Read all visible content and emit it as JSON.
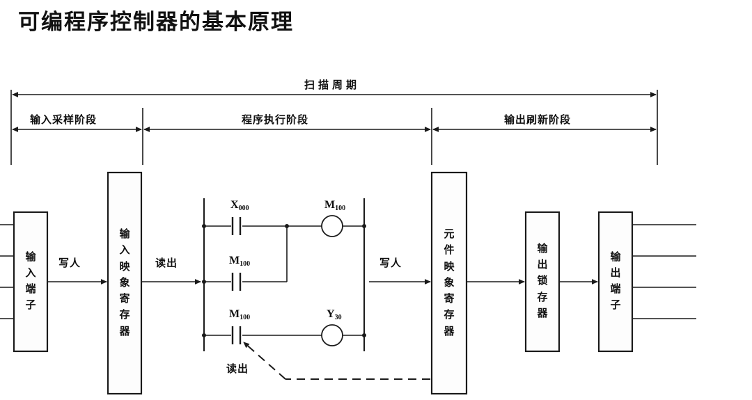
{
  "page": {
    "title": "可编程序控制器的基本原理",
    "background": "#ffffff",
    "line_color": "#1a1a1a"
  },
  "scan_cycle": {
    "overall_label": "扫描周期",
    "phases": [
      {
        "label": "输入采样阶段",
        "key": "input-sampling"
      },
      {
        "label": "程序执行阶段",
        "key": "program-execution"
      },
      {
        "label": "输出刷新阶段",
        "key": "output-refresh"
      }
    ]
  },
  "blocks": {
    "input_terminals": {
      "label": "输入端子",
      "chars": [
        "输",
        "入",
        "端",
        "子"
      ],
      "lines": 4
    },
    "input_image_register": {
      "label": "输入映象寄存器",
      "chars": [
        "输",
        "入",
        "映",
        "象",
        "寄",
        "存",
        "器"
      ]
    },
    "element_image_register": {
      "label": "元件映象寄存器",
      "chars": [
        "元",
        "件",
        "映",
        "象",
        "寄",
        "存",
        "器"
      ]
    },
    "output_latch_register": {
      "label": "输出锁存器",
      "chars": [
        "输",
        "出",
        "锁",
        "存",
        "器"
      ]
    },
    "output_terminals": {
      "label": "输出端子",
      "chars": [
        "输",
        "出",
        "端",
        "子"
      ],
      "lines": 4
    }
  },
  "flow_labels": {
    "write_1": "写人",
    "read_1": "读出",
    "write_2": "写人",
    "read_2": "读出"
  },
  "ladder": {
    "contacts": [
      {
        "id": "x000",
        "letter": "X",
        "number": "000",
        "row": "top"
      },
      {
        "id": "m100_branch",
        "letter": "M",
        "number": "100",
        "row": "branch"
      },
      {
        "id": "m100_bottom",
        "letter": "M",
        "number": "100",
        "row": "bottom"
      }
    ],
    "coils": [
      {
        "id": "m100_coil",
        "letter": "M",
        "number": "100",
        "row": "top"
      },
      {
        "id": "y30_coil",
        "letter": "Y",
        "number": "30",
        "row": "bottom"
      }
    ]
  }
}
